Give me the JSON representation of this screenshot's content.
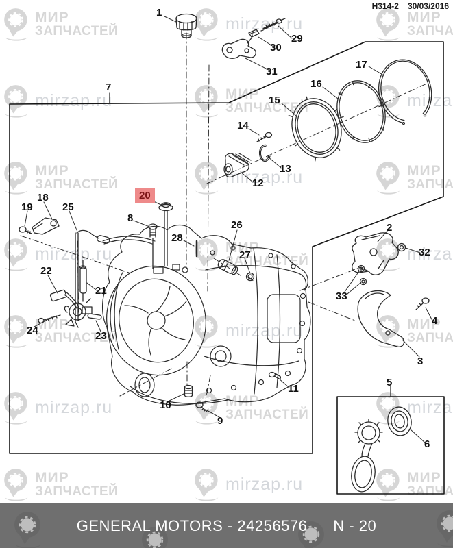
{
  "header": {
    "doc_code": "H314-2",
    "date": "30/03/2016"
  },
  "footer": {
    "brand_part": "GENERAL MOTORS - 24256576",
    "page_ref": "N - 20"
  },
  "watermark": {
    "brand_line1": "МИР",
    "brand_line2": "ЗАПЧАСТЕЙ",
    "site_url": "mirzap.ru"
  },
  "diagram": {
    "type": "exploded-parts-diagram",
    "subject": "automatic transmission / transaxle assembly",
    "highlighted_callout": "20",
    "callouts": {
      "c1": "1",
      "c2": "2",
      "c3": "3",
      "c4": "4",
      "c5": "5",
      "c6": "6",
      "c7": "7",
      "c8": "8",
      "c9": "9",
      "c10": "10",
      "c11": "11",
      "c12": "12",
      "c13": "13",
      "c14": "14",
      "c15": "15",
      "c16": "16",
      "c17": "17",
      "c18": "18",
      "c19": "19",
      "c20": "20",
      "c21": "21",
      "c22": "22",
      "c23": "23",
      "c24": "24",
      "c25": "25",
      "c26": "26",
      "c27": "27",
      "c28": "28",
      "c29": "29",
      "c30": "30",
      "c31": "31",
      "c32": "32",
      "c33": "33"
    }
  },
  "colors": {
    "highlight_bg": "#ee8a8a",
    "highlight_text": "#7c1416",
    "line": "#2a2a2a",
    "watermark": "#d6d6d6",
    "footer_bg": "#6f6f6f",
    "footer_text": "#ffffff"
  }
}
